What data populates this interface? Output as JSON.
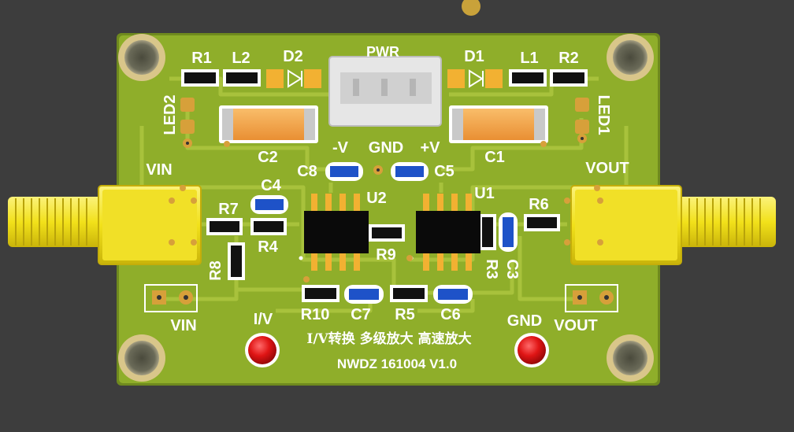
{
  "board": {
    "colors": {
      "background": "#3d3d3d",
      "pcb": "#8fae2a",
      "pcb_edge": "#6f8a1e",
      "trace": "#a8c23c",
      "silkscreen": "#ffffff",
      "smd_body": "#111111",
      "capacitor_blue": "#1e52c8",
      "tantalum": "#f4a54a",
      "sma_gold": "#f2e11a",
      "led_red": "#e01515",
      "pad_copper": "#d7a03a",
      "connector": "#e6e6e6"
    },
    "power_header": {
      "title": "PWR",
      "pins": [
        "-V",
        "GND",
        "+V"
      ]
    },
    "labels": {
      "R1": "R1",
      "L2": "L2",
      "D2": "D2",
      "D1": "D1",
      "L1": "L1",
      "R2": "R2",
      "LED2": "LED2",
      "LED1": "LED1",
      "C2": "C2",
      "C1": "C1",
      "C8": "C8",
      "C5": "C5",
      "C4": "C4",
      "U2": "U2",
      "U1": "U1",
      "R7": "R7",
      "R4": "R4",
      "R6": "R6",
      "R8": "R8",
      "R9": "R9",
      "R3": "R3",
      "C3": "C3",
      "R10": "R10",
      "C7": "C7",
      "R5": "R5",
      "C6": "C6",
      "vin_top": "VIN",
      "vout_top": "VOUT",
      "vin_bottom": "VIN",
      "vout_bottom": "VOUT",
      "iv": "I/V",
      "gnd": "GND"
    },
    "description": "I/V转换 多级放大 高速放大",
    "version": "NWDZ 161004 V1.0"
  }
}
